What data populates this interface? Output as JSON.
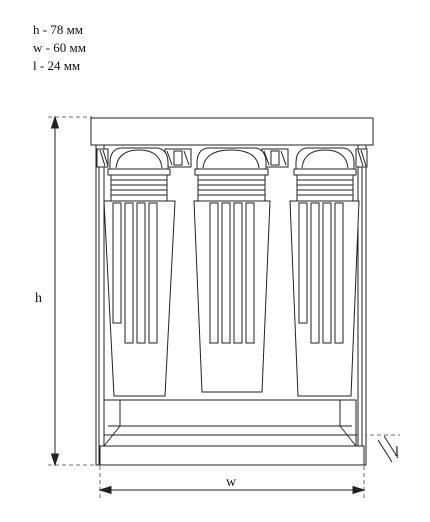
{
  "specs": [
    "h - 78 мм",
    "w - 60 мм",
    "l - 24 мм"
  ],
  "dimension_labels": {
    "height": "h",
    "width": "w",
    "depth": "l"
  }
}
